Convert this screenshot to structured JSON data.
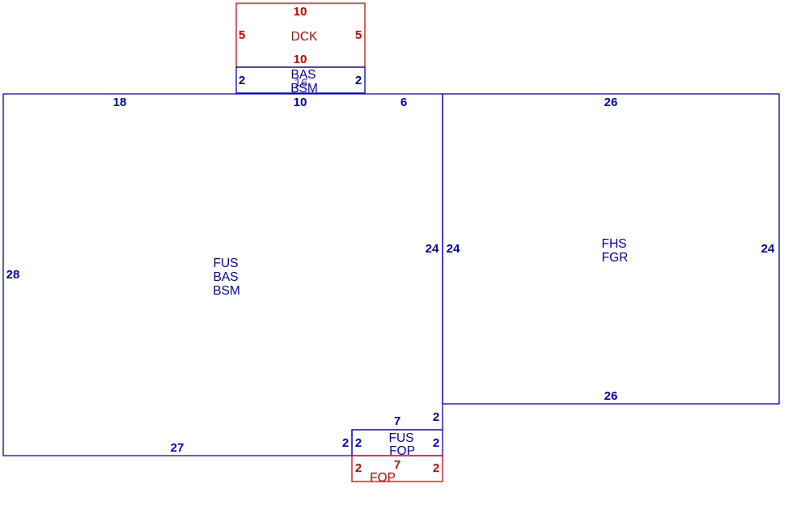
{
  "colors": {
    "blue": "#0000c0",
    "red": "#d00000"
  },
  "deck": {
    "label": "DCK",
    "top": "10",
    "bottom": "10",
    "left": "5",
    "right": "5"
  },
  "connector": {
    "line1": "BAS",
    "line2": "BSM",
    "overlap": "16",
    "left": "2",
    "right": "2"
  },
  "main": {
    "line1": "FUS",
    "line2": "BAS",
    "line3": "BSM",
    "top_left": "18",
    "top_mid": "10",
    "top_right": "6",
    "left": "28",
    "right": "24",
    "bottom": "27",
    "bottom_step": "2",
    "notch_side": "2"
  },
  "garage": {
    "line1": "FHS",
    "line2": "FGR",
    "top": "26",
    "bottom": "26",
    "left": "24",
    "right": "24"
  },
  "porch_upper": {
    "line1": "FUS",
    "line2": "FOP",
    "top": "7",
    "left": "2",
    "right": "2"
  },
  "porch_lower": {
    "label": "FOP",
    "top": "7",
    "left": "2",
    "right": "2"
  }
}
